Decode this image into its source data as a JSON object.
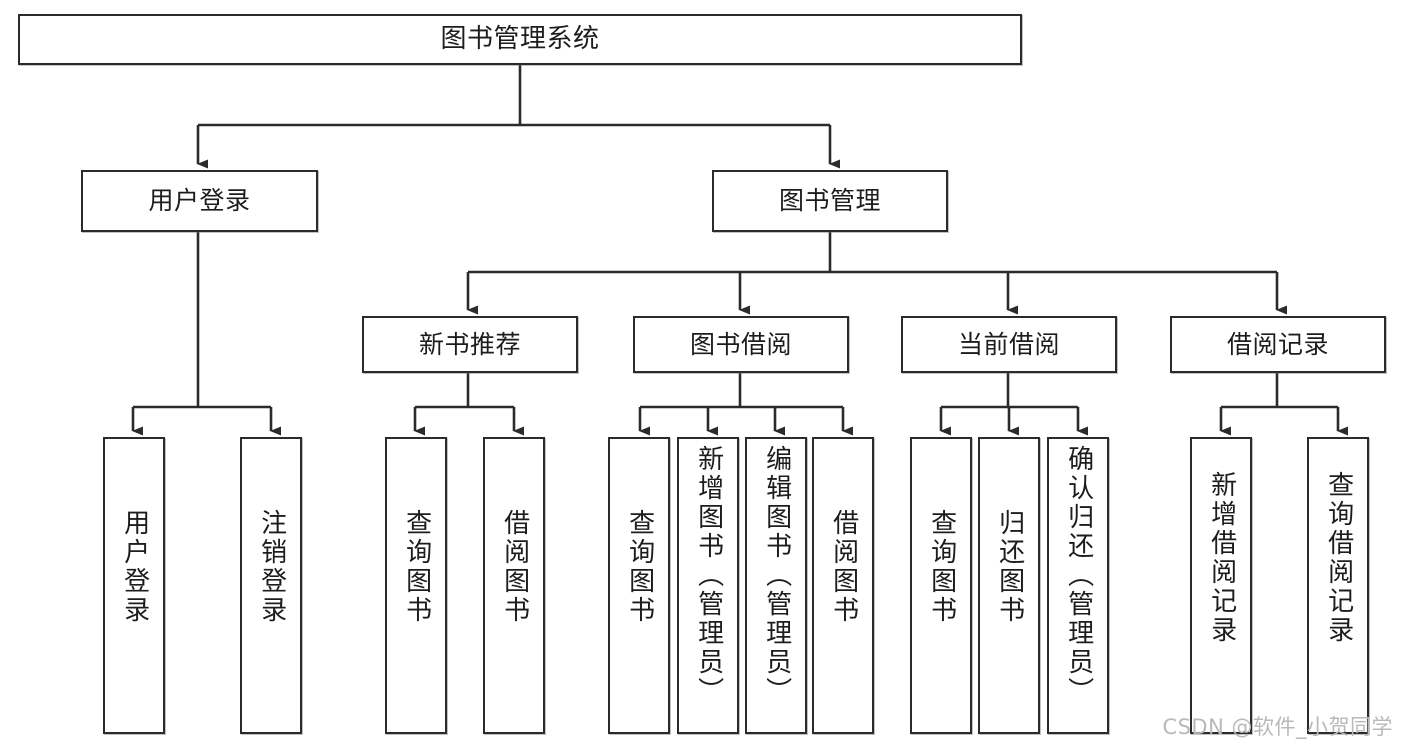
{
  "diagram": {
    "title": "图书管理系统",
    "type": "hierarchy-tree",
    "levels": 4,
    "root": {
      "id": "root",
      "label": "图书管理系统"
    },
    "level2": [
      {
        "id": "user-login",
        "label": "用户登录"
      },
      {
        "id": "book-manage",
        "label": "图书管理"
      }
    ],
    "level3": [
      {
        "id": "new-book-recommend",
        "label": "新书推荐",
        "parent": "book-manage"
      },
      {
        "id": "book-borrow",
        "label": "图书借阅",
        "parent": "book-manage"
      },
      {
        "id": "current-borrow",
        "label": "当前借阅",
        "parent": "book-manage"
      },
      {
        "id": "borrow-record",
        "label": "借阅记录",
        "parent": "book-manage"
      }
    ],
    "leaves": [
      {
        "id": "leaf-user-login",
        "label": "用户登录",
        "parent": "user-login"
      },
      {
        "id": "leaf-logout-login",
        "label": "注销登录",
        "parent": "user-login"
      },
      {
        "id": "leaf-query-book-1",
        "label": "查询图书",
        "parent": "new-book-recommend"
      },
      {
        "id": "leaf-borrow-book-1",
        "label": "借阅图书",
        "parent": "new-book-recommend"
      },
      {
        "id": "leaf-query-book-2",
        "label": "查询图书",
        "parent": "book-borrow"
      },
      {
        "id": "leaf-add-book",
        "label": "新增图书（管理员）",
        "parent": "book-borrow"
      },
      {
        "id": "leaf-edit-book",
        "label": "编辑图书（管理员）",
        "parent": "book-borrow"
      },
      {
        "id": "leaf-borrow-book-2",
        "label": "借阅图书",
        "parent": "book-borrow"
      },
      {
        "id": "leaf-query-book-3",
        "label": "查询图书",
        "parent": "current-borrow"
      },
      {
        "id": "leaf-return-book",
        "label": "归还图书",
        "parent": "current-borrow"
      },
      {
        "id": "leaf-confirm-return",
        "label": "确认归还（管理员）",
        "parent": "current-borrow"
      },
      {
        "id": "leaf-add-record",
        "label": "新增借阅记录",
        "parent": "borrow-record"
      },
      {
        "id": "leaf-query-record",
        "label": "查询借阅记录",
        "parent": "borrow-record"
      }
    ]
  },
  "watermark": {
    "text": "CSDN @软件_小贺同学"
  },
  "colors": {
    "stroke": "#2b2b2b",
    "background": "#ffffff",
    "text": "#1d1d1d",
    "watermark": "#b9b9b9"
  }
}
